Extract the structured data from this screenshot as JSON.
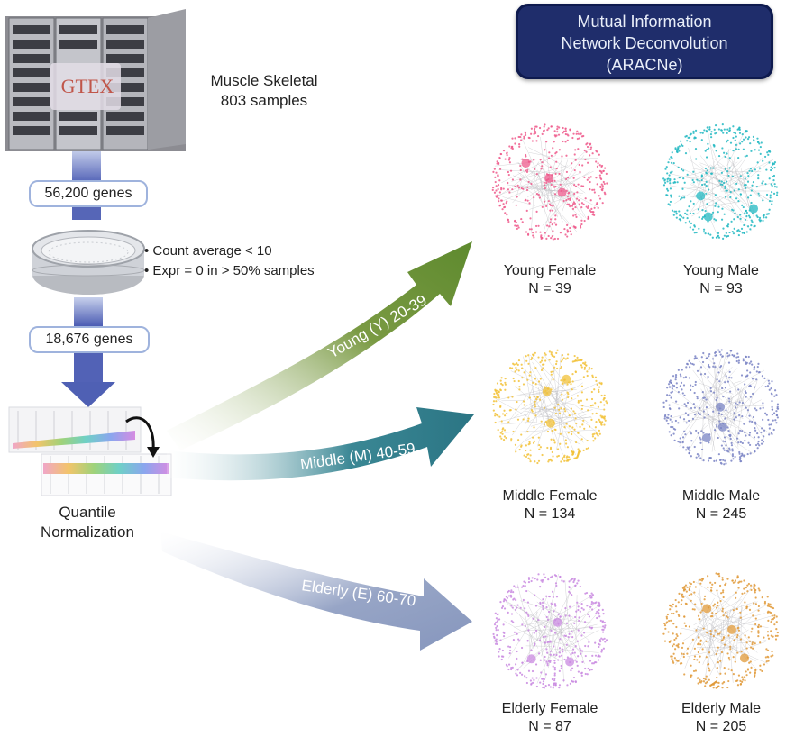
{
  "source": {
    "logo_text": "GTEX",
    "tissue": "Muscle Skeletal",
    "samples": "803 samples"
  },
  "genes_initial": "56,200 genes",
  "filters": [
    "• Count average < 10",
    "• Expr = 0 in > 50% samples"
  ],
  "genes_filtered": "18,676 genes",
  "normalization": {
    "line1": "Quantile",
    "line2": "Normalization"
  },
  "method": {
    "line1": "Mutual Information",
    "line2": "Network Deconvolution",
    "line3": "(ARACNe)"
  },
  "age_groups": [
    {
      "label": "Young (Y) 20-39",
      "color": "#6a8f35"
    },
    {
      "label": "Middle (M) 40-59",
      "color": "#2e7e8c"
    },
    {
      "label": "Elderly (E) 60-70",
      "color": "#8d9cbf"
    }
  ],
  "networks": [
    {
      "name": "Young Female",
      "n": "N = 39",
      "color": "#ee5a8c"
    },
    {
      "name": "Young Male",
      "n": "N = 93",
      "color": "#22b8c2"
    },
    {
      "name": "Middle Female",
      "n": "N = 134",
      "color": "#f2c23a"
    },
    {
      "name": "Middle Male",
      "n": "N = 245",
      "color": "#7a84c4"
    },
    {
      "name": "Elderly Female",
      "n": "N = 87",
      "color": "#c98ae0"
    },
    {
      "name": "Elderly Male",
      "n": "N = 205",
      "color": "#e09a3a"
    }
  ]
}
